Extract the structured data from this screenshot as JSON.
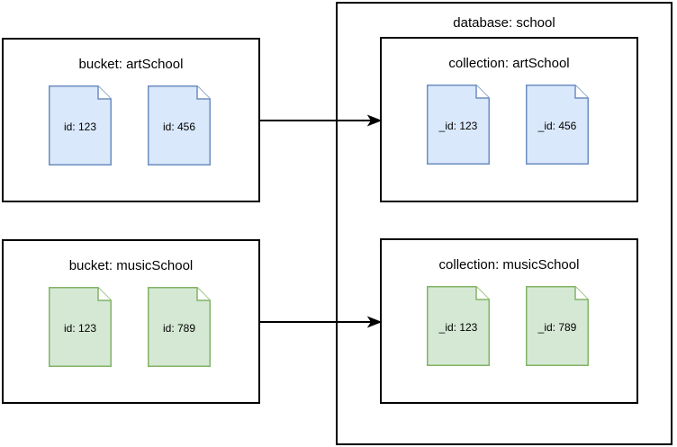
{
  "diagram": {
    "type": "flow-diagram",
    "title_shown": false,
    "palette": {
      "blue_fill": "#dae8fc",
      "blue_stroke": "#6c8ebf",
      "green_fill": "#d5e8d4",
      "green_stroke": "#82b366",
      "box_stroke": "#000000",
      "background": "#ffffff",
      "text": "#000000"
    },
    "source_side": {
      "groups": [
        {
          "id": "bucket-art",
          "title": "bucket: artSchool",
          "color": "blue",
          "documents": [
            {
              "label": "id: 123"
            },
            {
              "label": "id: 456"
            }
          ]
        },
        {
          "id": "bucket-music",
          "title": "bucket: musicSchool",
          "color": "green",
          "documents": [
            {
              "label": "id: 123"
            },
            {
              "label": "id: 789"
            }
          ]
        }
      ]
    },
    "target_side": {
      "container_title": "database: school",
      "groups": [
        {
          "id": "collection-art",
          "title": "collection: artSchool",
          "color": "blue",
          "documents": [
            {
              "label": "_id: 123"
            },
            {
              "label": "_id: 456"
            }
          ]
        },
        {
          "id": "collection-music",
          "title": "collection: musicSchool",
          "color": "green",
          "documents": [
            {
              "label": "_id: 123"
            },
            {
              "label": "_id: 789"
            }
          ]
        }
      ]
    },
    "connectors": [
      {
        "id": "arrow-art",
        "from": "bucket-art",
        "to": "collection-art",
        "label": ""
      },
      {
        "id": "arrow-music",
        "from": "bucket-music",
        "to": "collection-music",
        "label": ""
      }
    ]
  }
}
